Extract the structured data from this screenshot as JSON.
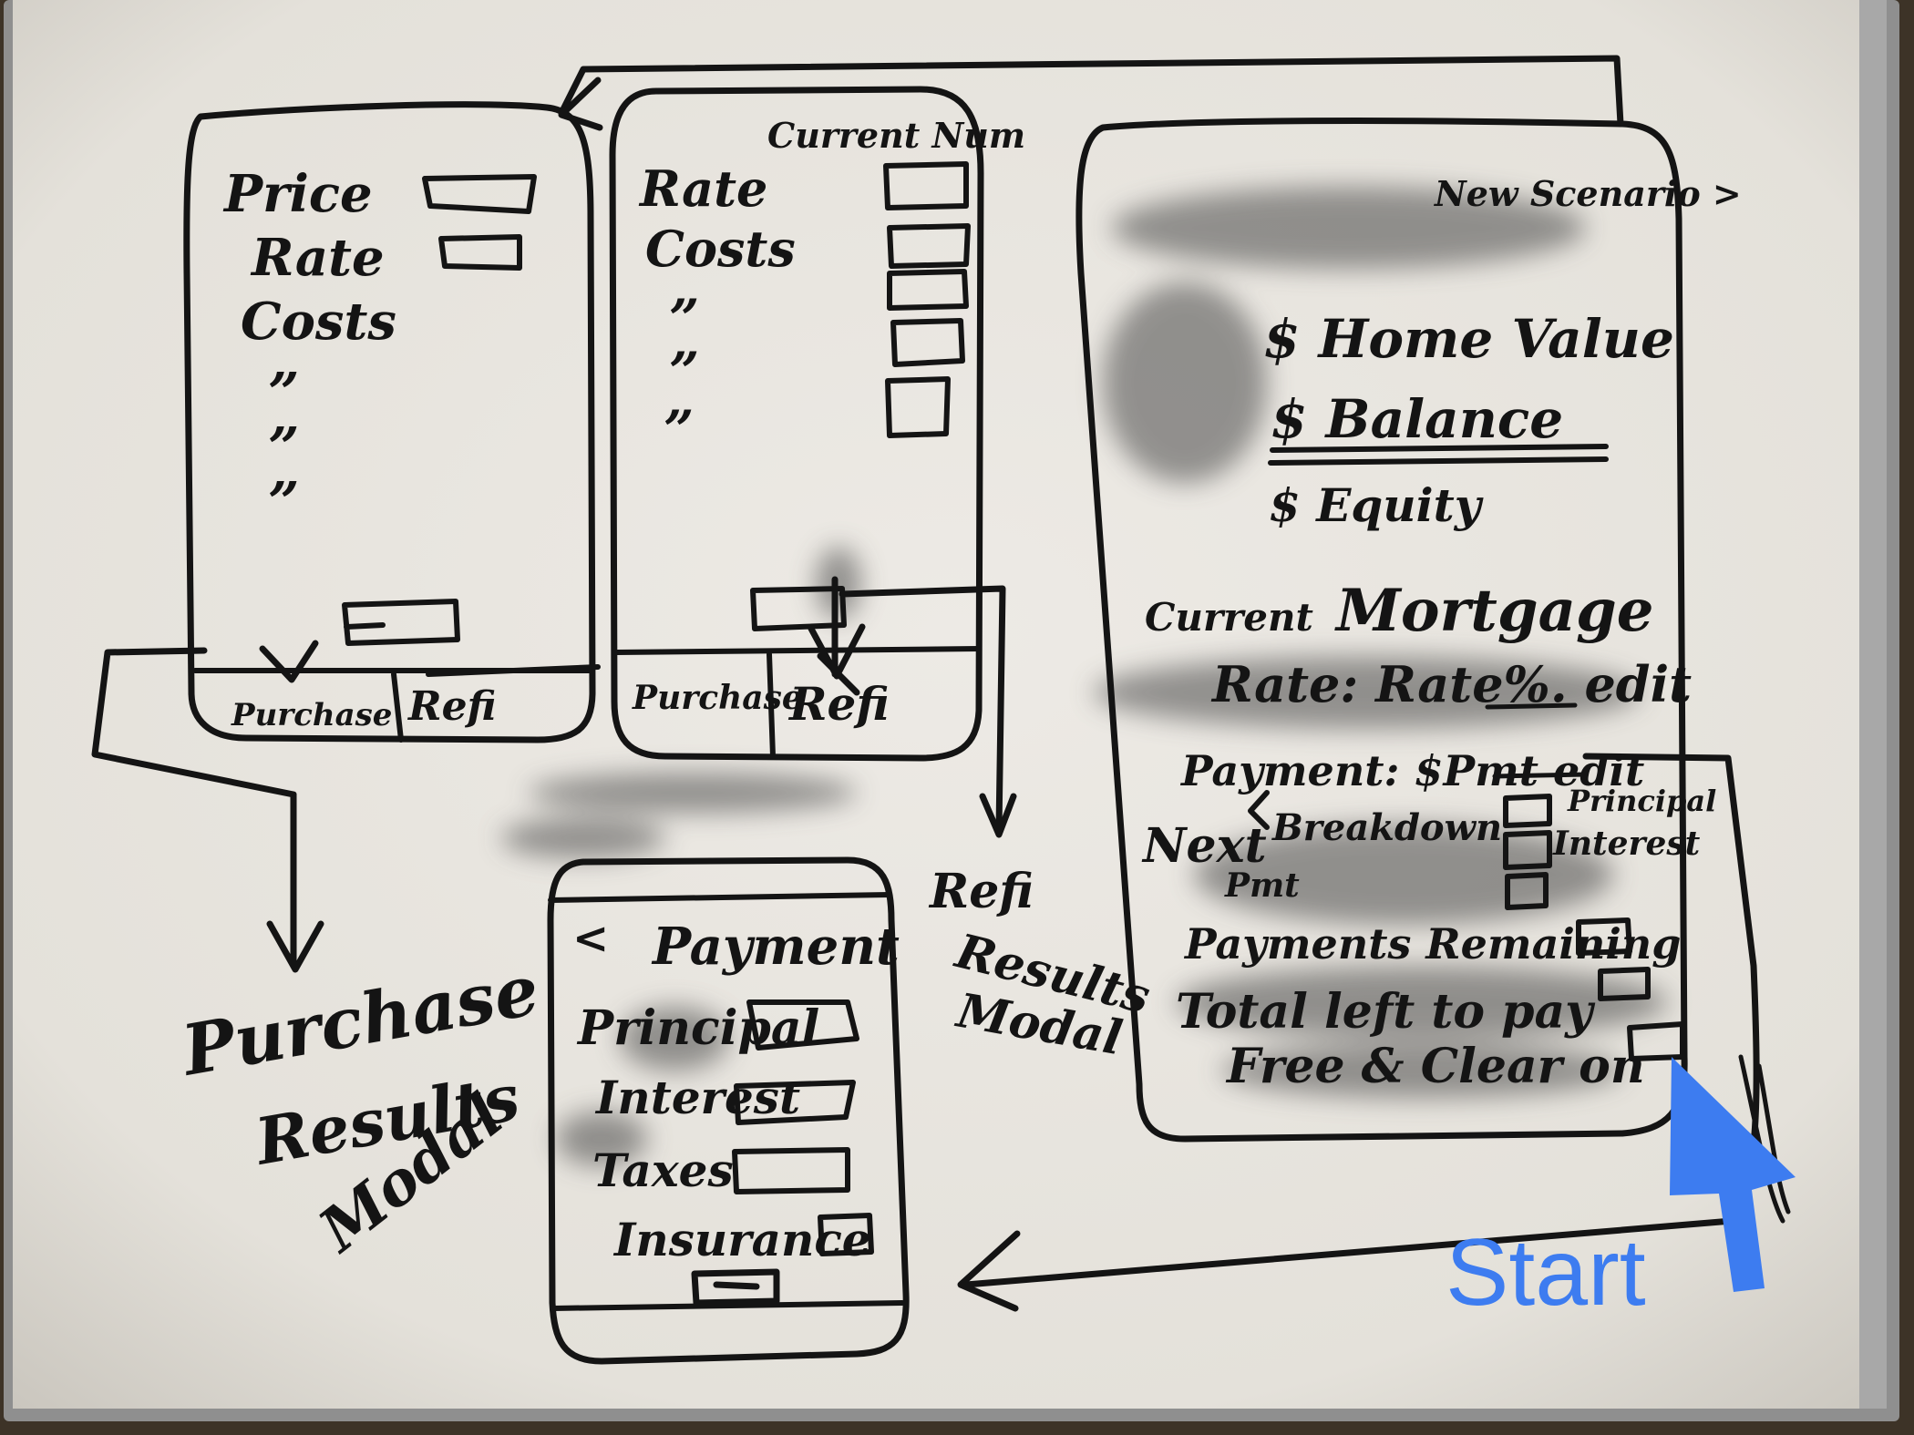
{
  "purchase_form": {
    "fields": [
      "Price",
      "Rate",
      "Costs"
    ],
    "ditto_marks": [
      "”",
      "”",
      "”"
    ],
    "tabs": [
      "Purchase",
      "Refi"
    ]
  },
  "refi_form": {
    "header": "Current Num",
    "fields": [
      "Rate",
      "Costs"
    ],
    "ditto_marks": [
      "”",
      "”",
      "”"
    ],
    "tabs": [
      "Purchase",
      "Refi"
    ]
  },
  "dashboard": {
    "new_scenario": "New Scenario >",
    "home_value": "$ Home Value",
    "balance": "$ Balance",
    "equity": "$ Equity",
    "current_mortgage_label": "Current",
    "current_mortgage_title": "Mortgage",
    "rate_row": "Rate: Rate%. edit",
    "payment_row": "Payment: $Pmt edit",
    "next_pmt_line1": "Next",
    "next_pmt_line2": "Pmt",
    "breakdown": "Breakdown",
    "principal": "Principal",
    "interest": "Interest",
    "payments_remaining": "Payments Remaining",
    "total_left": "Total left to pay",
    "free_clear": "Free & Clear on"
  },
  "payment_modal": {
    "back": "<",
    "title": "Payment",
    "fields": [
      "Principal",
      "Interest",
      "Taxes",
      "Insurance"
    ]
  },
  "annotations": {
    "purchase_results": [
      "Purchase",
      "Results",
      "Modal"
    ],
    "refi_results": [
      "Refi",
      "Results",
      "Modal"
    ],
    "start": "Start",
    "start_color": "#3d7cf0"
  },
  "colors": {
    "board": "#e9e6e0",
    "ink": "#141414",
    "frame": "#8e8e8e"
  }
}
